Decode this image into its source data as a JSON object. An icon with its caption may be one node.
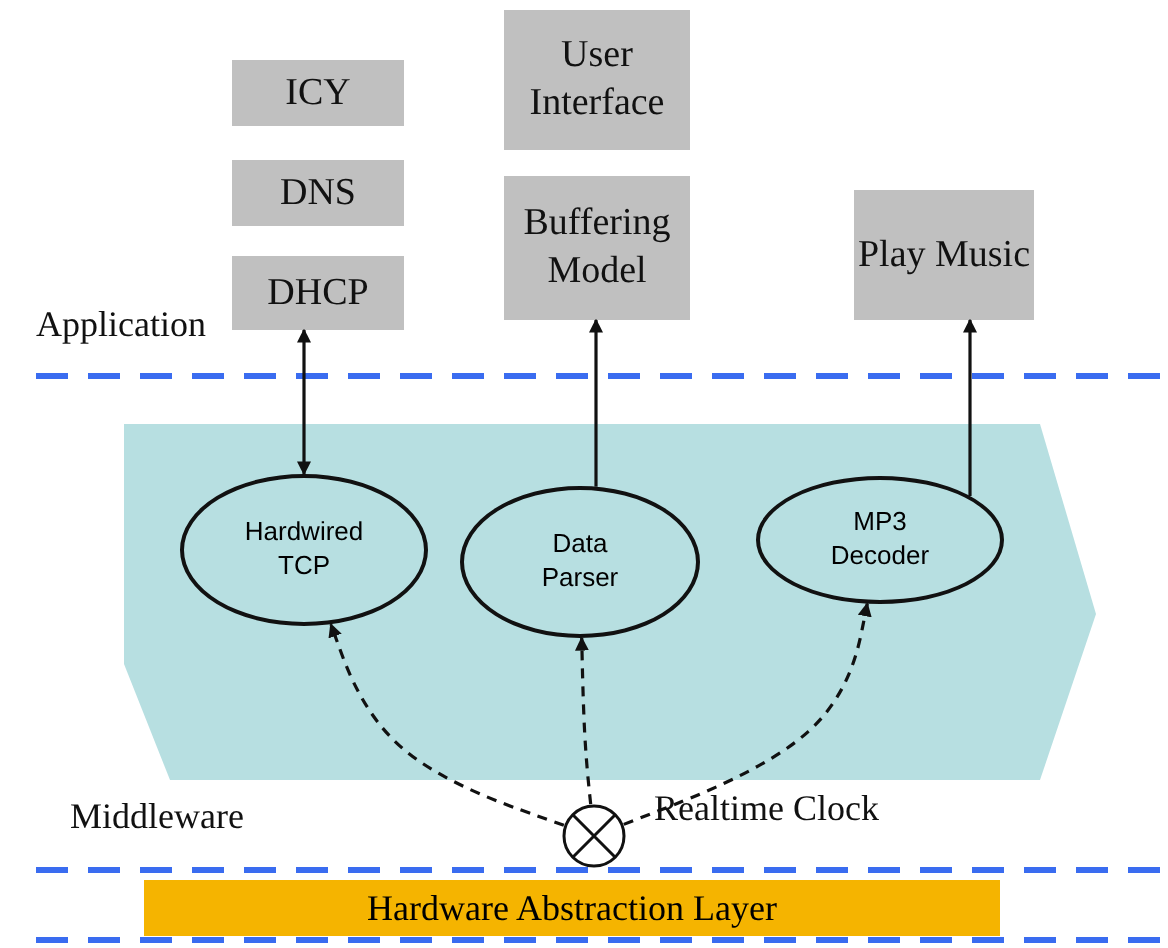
{
  "diagram": {
    "nodes": [
      {
        "text": [
          "ICY"
        ]
      },
      {
        "text": [
          "DNS"
        ]
      },
      {
        "text": [
          "DHCP"
        ]
      },
      {
        "text": [
          "User Interface"
        ]
      },
      {
        "text": [
          "Buffering Model"
        ]
      },
      {
        "text": [
          "Play Music"
        ]
      },
      {
        "text": [],
        "shape": "hexagon",
        "beside": [
          "Middleware"
        ]
      },
      {
        "text": [
          "Hardwired TCP"
        ],
        "in": 6
      },
      {
        "text": [
          "Data Parser"
        ],
        "in": 6
      },
      {
        "text": [
          "MP3 Decoder"
        ],
        "in": 6
      },
      {
        "text": [],
        "shape": "circle",
        "beside": [
          "Realtime Clock"
        ]
      },
      {
        "text": [
          "Hardware Abstraction Layer"
        ]
      }
    ],
    "edges": [
      {
        "from": 2,
        "to": 7,
        "arrow": "both"
      },
      {
        "from": 8,
        "to": 4,
        "arrow": "to"
      },
      {
        "from": 9,
        "to": 5,
        "arrow": "to"
      },
      {
        "from": 10,
        "to": 7,
        "arrow": "to",
        "style": "dashed"
      },
      {
        "from": 10,
        "to": 8,
        "arrow": "to",
        "style": "dashed"
      },
      {
        "from": 10,
        "to": 9,
        "arrow": "to",
        "style": "dashed"
      }
    ],
    "labels": [
      "Application"
    ]
  }
}
